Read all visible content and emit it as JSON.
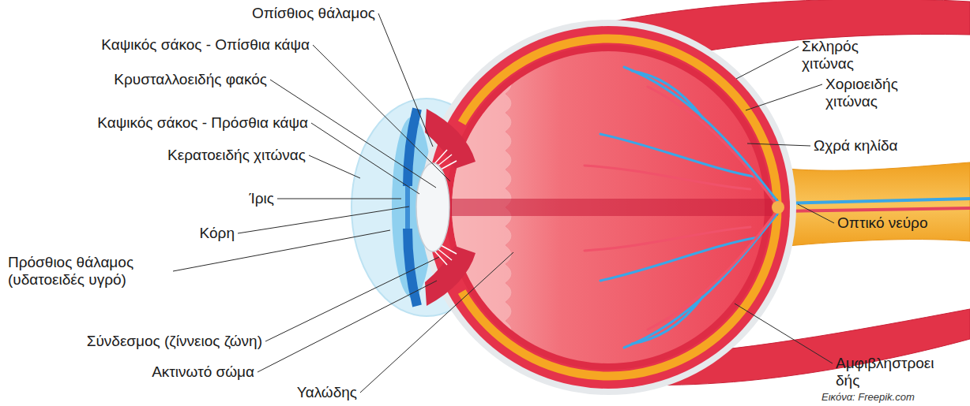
{
  "diagram": {
    "labels": [
      "Οπίσθιος θάλαμος",
      "Καψικός σάκος - Οπίσθια κάψα",
      "Κρυσταλλοειδής φακός",
      "Καψικός σάκος - Πρόσθια κάψα",
      "Κερατοειδής χιτώνας",
      "Ίρις",
      "Κόρη",
      "Πρόσθιος θάλαμος (υδατοειδές υγρό)",
      "Σύνδεσμος (ζίννειος ζώνη)",
      "Ακτινωτό σώμα",
      "Υαλώδης",
      "Σκληρός χιτώνας",
      "Χοριοειδής χιτώνας",
      "Ωχρά κηλίδα",
      "Οπτικό νεύρο",
      "Αμφιβληστροειδής",
      "Εικόνα: Freepik.com"
    ]
  }
}
